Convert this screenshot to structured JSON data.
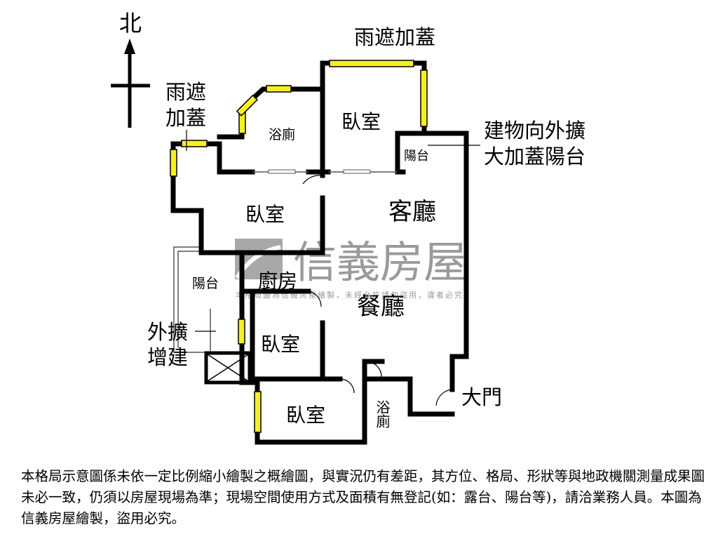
{
  "compass": {
    "north": "北"
  },
  "rooms": {
    "bath_top": "浴廁",
    "bedroom_top": "臥室",
    "balcony_top": "陽台",
    "bedroom_left": "臥室",
    "living": "客廳",
    "balcony_left": "陽台",
    "kitchen": "廚房",
    "dining": "餐廳",
    "bedroom_mid": "臥室",
    "bath_bottom": "浴廁",
    "bedroom_bottom": "臥室"
  },
  "annotations": {
    "canopy_top_1": "雨遮加蓋",
    "canopy_left_1": "雨遮",
    "canopy_left_2": "加蓋",
    "balcony_ext_1": "建物向外擴",
    "balcony_ext_2": "大加蓋陽台",
    "ext_build_1": "外擴",
    "ext_build_2": "增建",
    "main_door": "大門"
  },
  "watermark": {
    "brand": "信義房屋",
    "notice": "本格局圖為信義房屋繪製，未經允許請勿盜用，違者必究"
  },
  "disclaimer": "本格局示意圖係未依一定比例縮小繪製之概繪圖，與實況仍有差距，其方位、格局、形狀等與地政機關測量成果圖未必一致，仍須以房屋現場為準；現場空間使用方式及面積有無登記(如：露台、陽台等)，請洽業務人員。本圖為信義房屋繪製，盜用必究。",
  "colors": {
    "window": "#f5f020",
    "wall": "#000000",
    "watermark": "#9a9a9a"
  }
}
